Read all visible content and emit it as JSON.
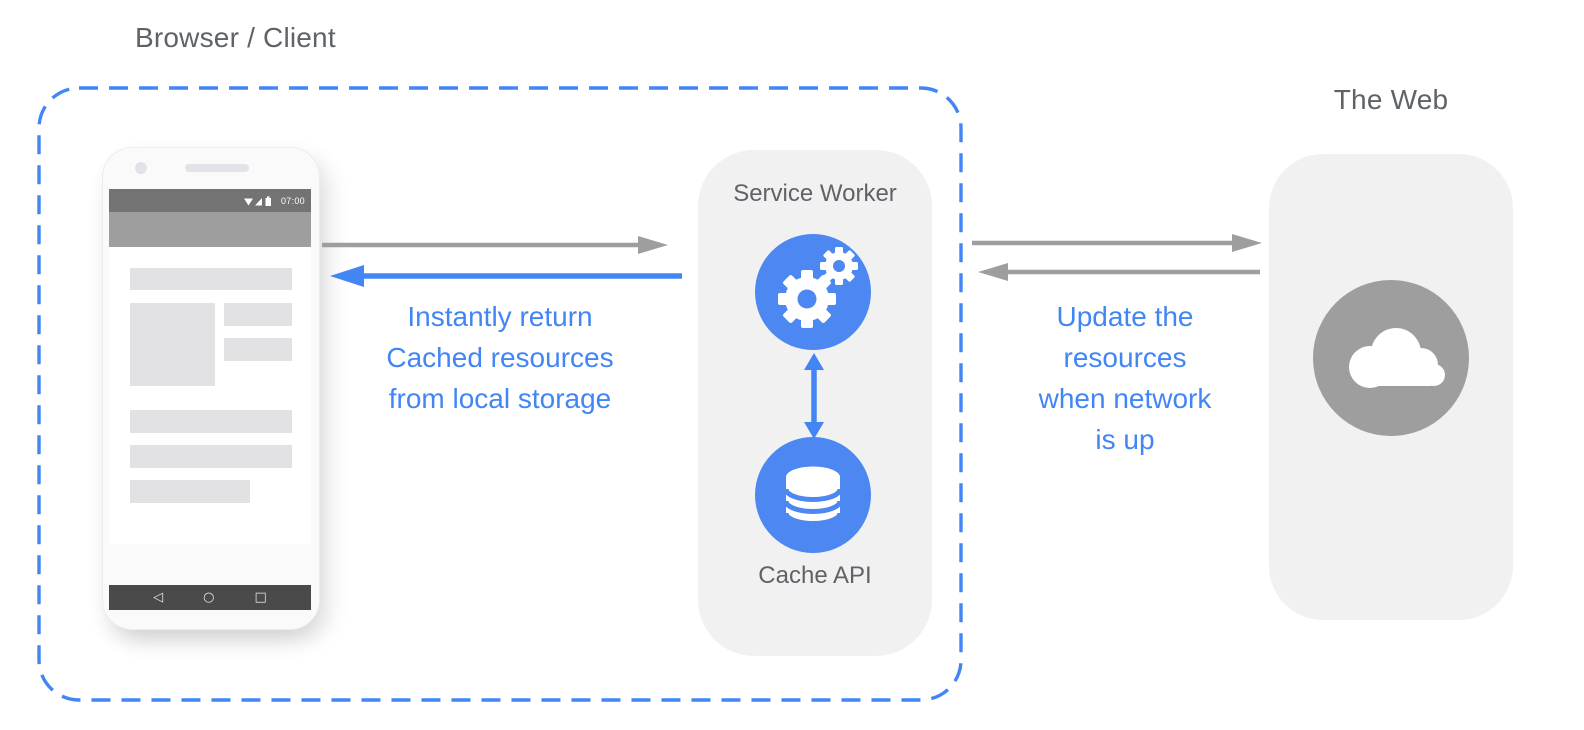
{
  "diagram": {
    "browser_client_label": "Browser / Client",
    "the_web_label": "The Web"
  },
  "service_worker_panel": {
    "title": "Service Worker",
    "cache_label": "Cache API"
  },
  "notes": {
    "left": [
      "Instantly return",
      "Cached resources",
      "from local storage"
    ],
    "right": [
      "Update the",
      "resources",
      "when network",
      "is up"
    ]
  },
  "phone": {
    "status_time": "07:00",
    "nav": {
      "back_glyph": "◁",
      "home_glyph": "○",
      "overview_glyph": "□"
    }
  },
  "icons": {
    "service_worker": "gears-icon",
    "cache": "database-icon",
    "web": "cloud-icon",
    "status": [
      "wifi-icon",
      "cell-signal-icon",
      "battery-icon"
    ]
  },
  "colors": {
    "accent_blue": "#4285f4",
    "circle_blue": "#4c87f2",
    "arrow_gray": "#9e9e9e",
    "label_gray": "#5f6368",
    "panel_gray": "#f1f1f2",
    "web_circle_gray": "#9e9e9e"
  }
}
